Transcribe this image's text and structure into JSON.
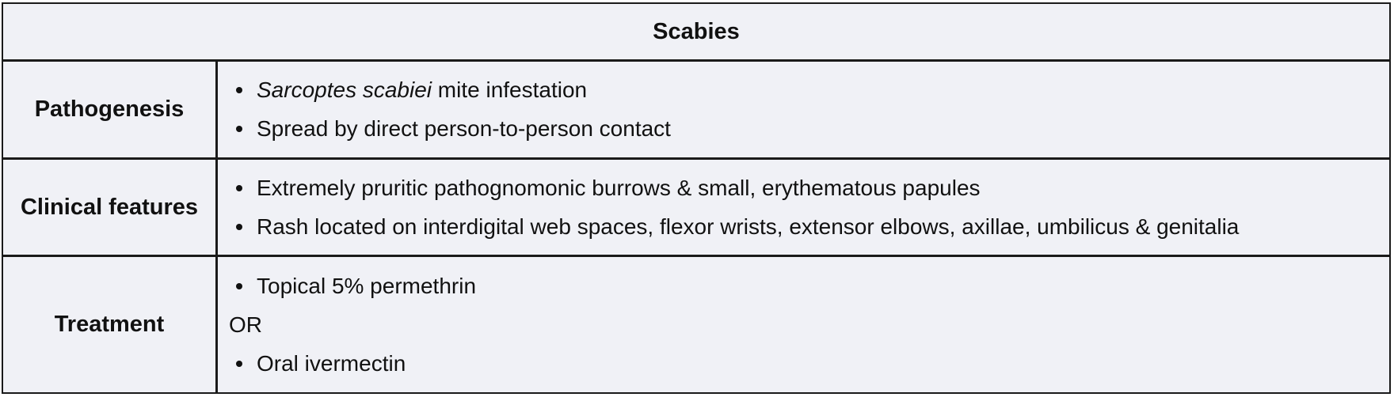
{
  "title": "Scabies",
  "rows": [
    {
      "label": "Pathogenesis",
      "items": [
        {
          "em": "Sarcoptes scabiei",
          "text": " mite infestation"
        },
        {
          "text": "Spread by direct person-to-person contact"
        }
      ]
    },
    {
      "label": "Clinical features",
      "items": [
        {
          "text": "Extremely pruritic pathognomonic burrows & small, erythematous papules"
        },
        {
          "text": "Rash located on interdigital web spaces, flexor wrists, extensor elbows, axillae, umbilicus & genitalia"
        }
      ]
    },
    {
      "label": "Treatment",
      "items": [
        {
          "text": "Topical 5% permethrin"
        },
        {
          "text": "OR"
        },
        {
          "text": "Oral ivermectin"
        }
      ]
    }
  ]
}
